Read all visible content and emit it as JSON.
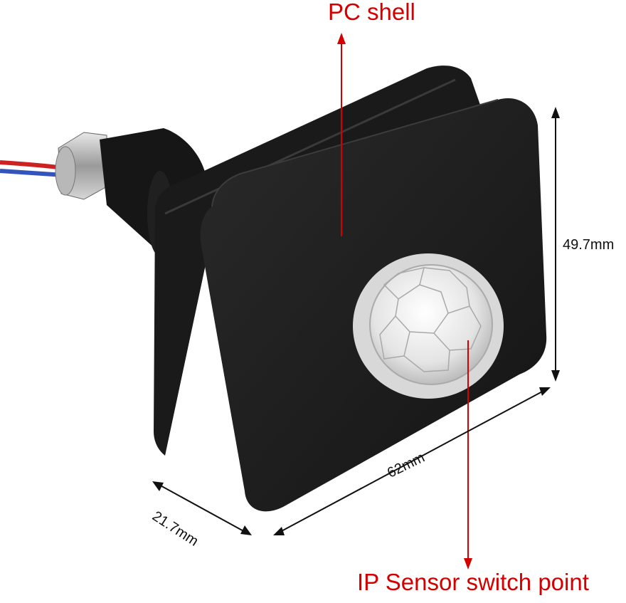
{
  "annotations": {
    "pc_shell": "PC shell",
    "ip_sensor": "IP Sensor switch point",
    "height": "49.7mm",
    "width": "62mm",
    "depth": "21.7mm"
  },
  "colors": {
    "annotation_red": "#d40000",
    "housing_black": "#1b1b1b",
    "lens_white": "#ececec",
    "background": "#ffffff"
  }
}
